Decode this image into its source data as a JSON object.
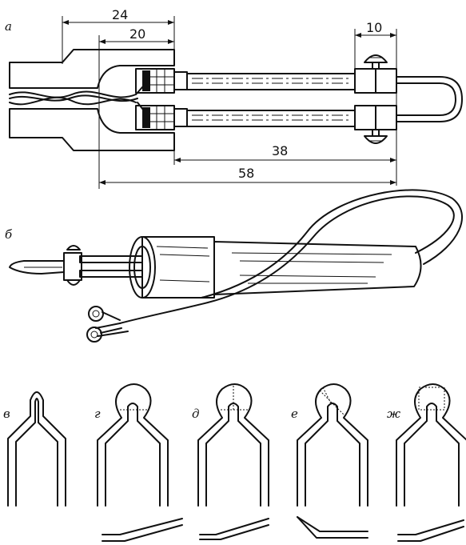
{
  "labels": {
    "a": "а",
    "b": "б",
    "v": "в",
    "g": "г",
    "d": "д",
    "e": "е",
    "zh": "ж"
  },
  "dimensions": {
    "d24": "24",
    "d20": "20",
    "d10": "10",
    "d38": "38",
    "d58": "58"
  },
  "colors": {
    "ink": "#111111",
    "paper": "#ffffff"
  }
}
